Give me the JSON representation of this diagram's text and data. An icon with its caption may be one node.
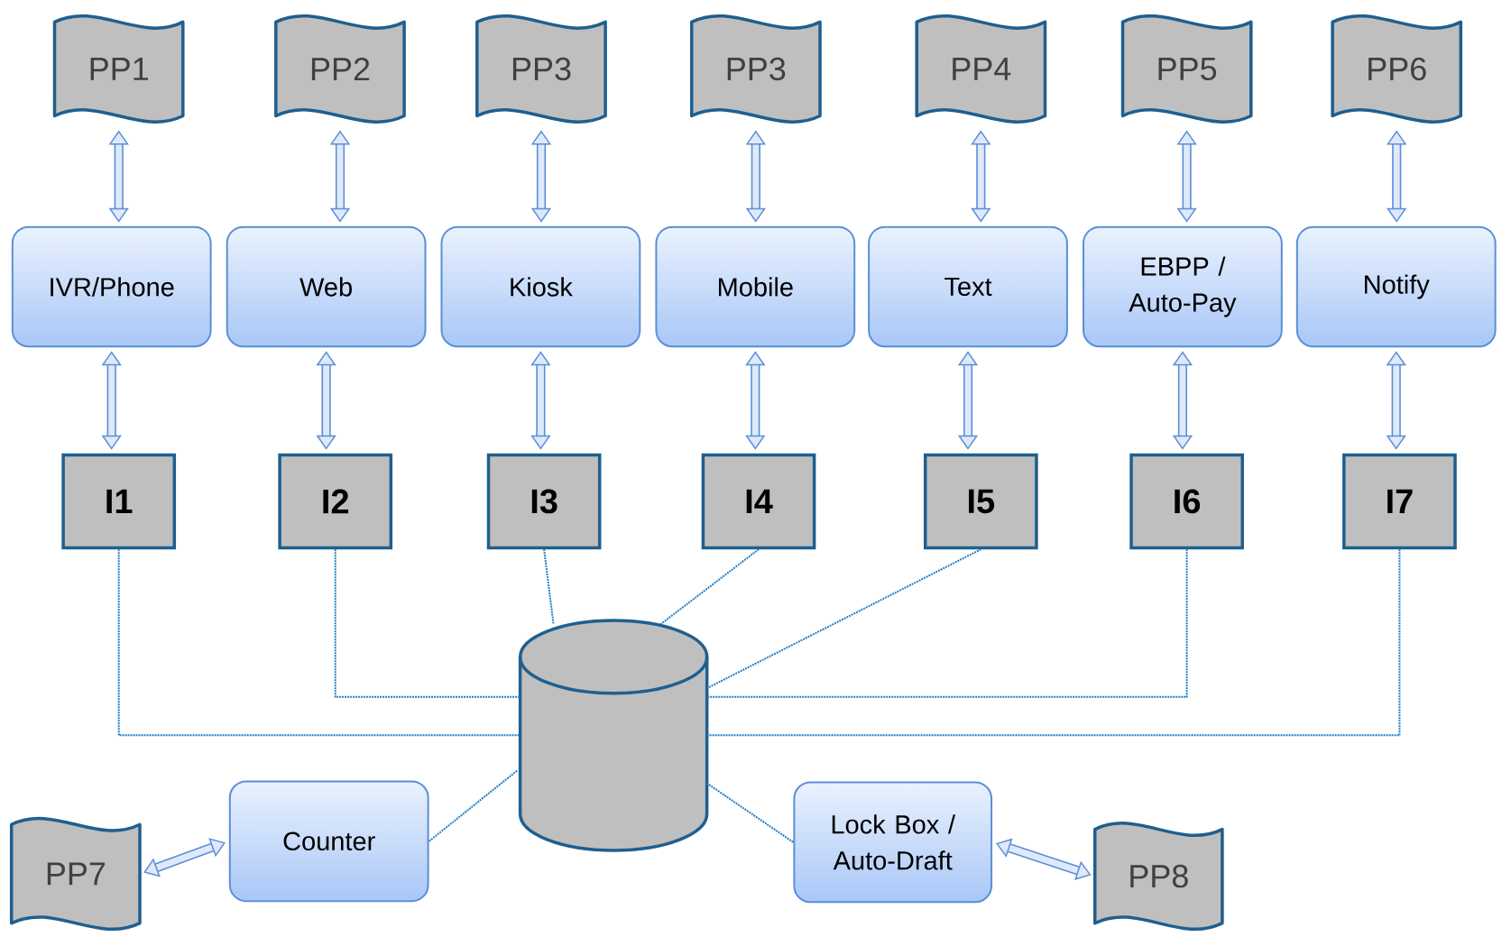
{
  "diagram": {
    "nodes": [
      {
        "text": [
          "PP1"
        ]
      },
      {
        "text": [
          "PP2"
        ]
      },
      {
        "text": [
          "PP3"
        ]
      },
      {
        "text": [
          "PP3"
        ]
      },
      {
        "text": [
          "PP4"
        ]
      },
      {
        "text": [
          "PP5"
        ]
      },
      {
        "text": [
          "PP6"
        ]
      },
      {
        "text": [
          "IVR/Phone"
        ]
      },
      {
        "text": [
          "Web"
        ]
      },
      {
        "text": [
          "Kiosk"
        ]
      },
      {
        "text": [
          "Mobile"
        ]
      },
      {
        "text": [
          "Text"
        ]
      },
      {
        "text": [
          "EBPP / Auto-Pay"
        ]
      },
      {
        "text": [
          "Notify"
        ]
      },
      {
        "text": [
          "I1"
        ]
      },
      {
        "text": [
          "I2"
        ]
      },
      {
        "text": [
          "I3"
        ]
      },
      {
        "text": [
          "I4"
        ]
      },
      {
        "text": [
          "I5"
        ]
      },
      {
        "text": [
          "I6"
        ]
      },
      {
        "text": [
          "I7"
        ]
      },
      {
        "text": [
          "PP7"
        ]
      },
      {
        "text": [
          "Counter"
        ]
      },
      {
        "text": [],
        "shape": "cylinder"
      },
      {
        "text": [
          "Lock Box / Auto-Draft"
        ]
      },
      {
        "text": [
          "PP8"
        ]
      }
    ],
    "edges": [
      {
        "from": 0,
        "to": 7,
        "arrow": "both"
      },
      {
        "from": 1,
        "to": 8,
        "arrow": "both"
      },
      {
        "from": 2,
        "to": 9,
        "arrow": "both"
      },
      {
        "from": 3,
        "to": 10,
        "arrow": "both"
      },
      {
        "from": 4,
        "to": 11,
        "arrow": "both"
      },
      {
        "from": 5,
        "to": 12,
        "arrow": "both"
      },
      {
        "from": 6,
        "to": 13,
        "arrow": "both"
      },
      {
        "from": 7,
        "to": 14,
        "arrow": "both"
      },
      {
        "from": 8,
        "to": 15,
        "arrow": "both"
      },
      {
        "from": 9,
        "to": 16,
        "arrow": "both"
      },
      {
        "from": 10,
        "to": 17,
        "arrow": "both"
      },
      {
        "from": 11,
        "to": 18,
        "arrow": "both"
      },
      {
        "from": 12,
        "to": 19,
        "arrow": "both"
      },
      {
        "from": 13,
        "to": 20,
        "arrow": "both"
      },
      {
        "from": 14,
        "to": 23,
        "arrow": "none",
        "style": "dashed",
        "color": "#1f7fc8"
      },
      {
        "from": 15,
        "to": 23,
        "arrow": "none",
        "style": "dashed",
        "color": "#1f7fc8"
      },
      {
        "from": 16,
        "to": 23,
        "arrow": "none",
        "style": "dashed",
        "color": "#1f7fc8"
      },
      {
        "from": 17,
        "to": 23,
        "arrow": "none",
        "style": "dashed",
        "color": "#1f7fc8"
      },
      {
        "from": 18,
        "to": 23,
        "arrow": "none",
        "style": "dashed",
        "color": "#1f7fc8"
      },
      {
        "from": 19,
        "to": 23,
        "arrow": "none",
        "style": "dashed",
        "color": "#1f7fc8"
      },
      {
        "from": 20,
        "to": 23,
        "arrow": "none",
        "style": "dashed",
        "color": "#1f7fc8"
      },
      {
        "from": 21,
        "to": 22,
        "arrow": "both"
      },
      {
        "from": 22,
        "to": 23,
        "arrow": "none",
        "style": "dashed",
        "color": "#1f7fc8"
      },
      {
        "from": 23,
        "to": 24,
        "arrow": "none",
        "style": "dashed",
        "color": "#1f7fc8"
      },
      {
        "from": 24,
        "to": 25,
        "arrow": "both"
      }
    ]
  }
}
